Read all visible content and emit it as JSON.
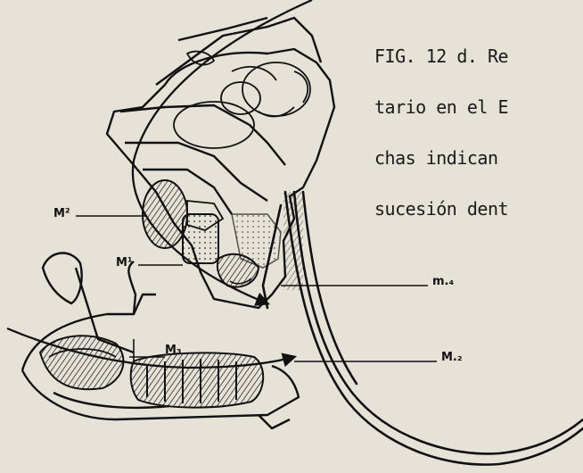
{
  "caption_lines": [
    "FIG. 12 d. Re",
    "tario en el E",
    "chas indican ",
    "sucesión dent"
  ],
  "labels": {
    "M2_upper": "M²",
    "M1_upper": "M¹",
    "m4_lower": "m.₄",
    "M3_lower": "M₃",
    "M2_lower": "M.₂"
  },
  "colors": {
    "paper": "#e6e2d7",
    "ink": "#111111"
  }
}
